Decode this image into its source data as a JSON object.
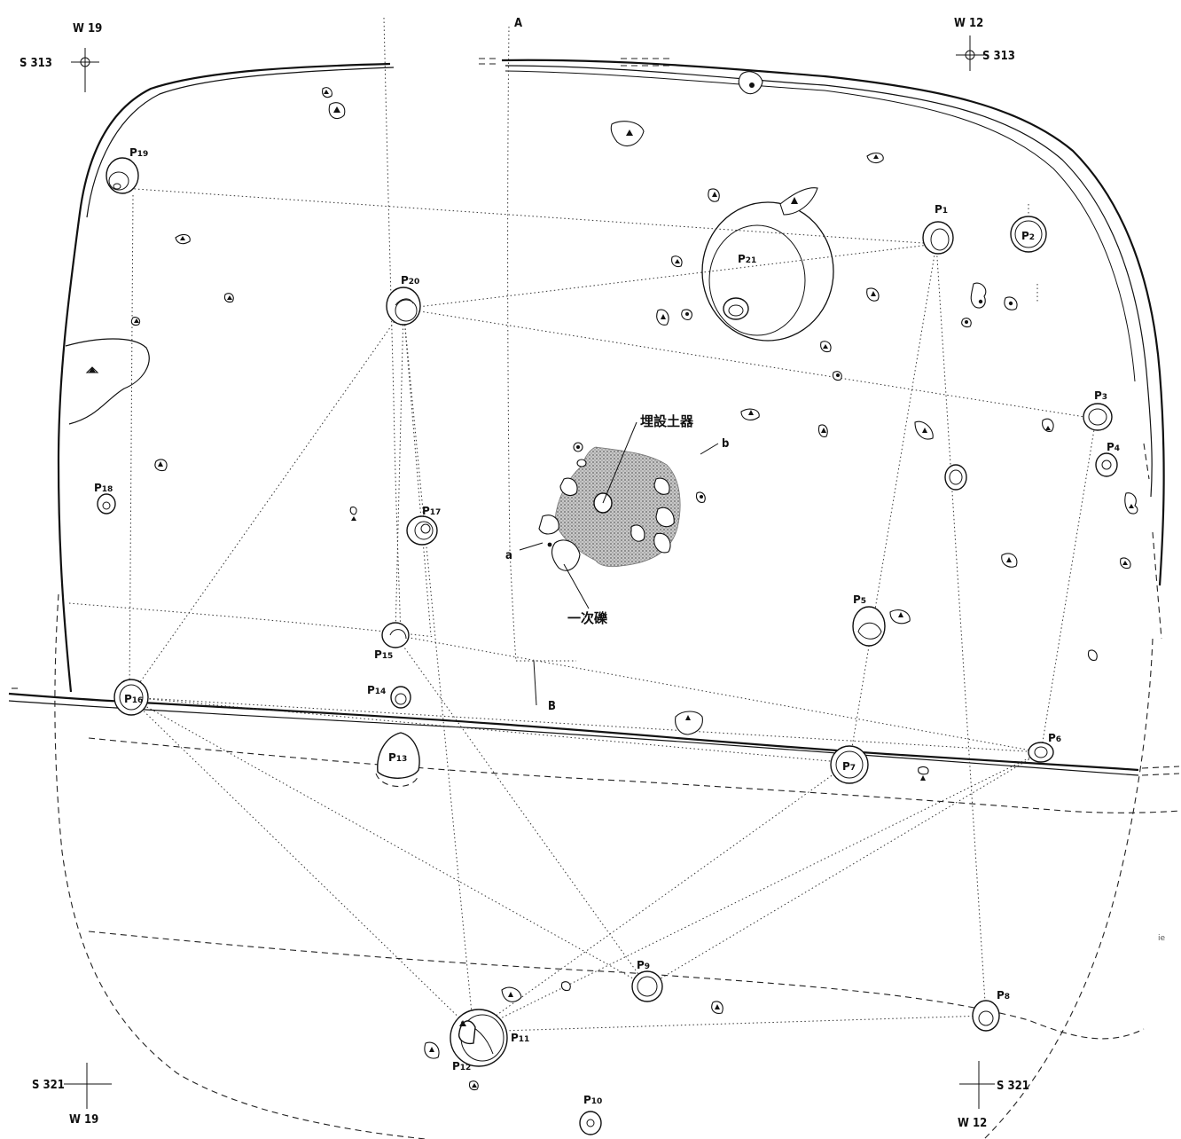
{
  "grid_markers": [
    {
      "id": "nw",
      "row": "S 313",
      "col": "W 19"
    },
    {
      "id": "ne",
      "row": "S 313",
      "col": "W 12"
    },
    {
      "id": "sw",
      "row": "S 321",
      "col": "W 19"
    },
    {
      "id": "se",
      "row": "S 321",
      "col": "W 12"
    }
  ],
  "section_labels": {
    "A": "A",
    "B": "B",
    "a": "a",
    "b": "b"
  },
  "annotations": {
    "buried_pottery": "埋設土器",
    "primary_stone": "一次礫"
  },
  "pits": [
    {
      "id": "P1",
      "main": "P",
      "sub": "1"
    },
    {
      "id": "P2",
      "main": "P",
      "sub": "2"
    },
    {
      "id": "P3",
      "main": "P",
      "sub": "3"
    },
    {
      "id": "P4",
      "main": "P",
      "sub": "4"
    },
    {
      "id": "P5",
      "main": "P",
      "sub": "5"
    },
    {
      "id": "P6",
      "main": "P",
      "sub": "6"
    },
    {
      "id": "P7",
      "main": "P",
      "sub": "7"
    },
    {
      "id": "P8",
      "main": "P",
      "sub": "8"
    },
    {
      "id": "P9",
      "main": "P",
      "sub": "9"
    },
    {
      "id": "P10",
      "main": "P",
      "sub": "10"
    },
    {
      "id": "P11",
      "main": "P",
      "sub": "11"
    },
    {
      "id": "P12",
      "main": "P",
      "sub": "12"
    },
    {
      "id": "P13",
      "main": "P",
      "sub": "13"
    },
    {
      "id": "P14",
      "main": "P",
      "sub": "14"
    },
    {
      "id": "P15",
      "main": "P",
      "sub": "15"
    },
    {
      "id": "P16",
      "main": "P",
      "sub": "16"
    },
    {
      "id": "P17",
      "main": "P",
      "sub": "17"
    },
    {
      "id": "P18",
      "main": "P",
      "sub": "18"
    },
    {
      "id": "P19",
      "main": "P",
      "sub": "19"
    },
    {
      "id": "P20",
      "main": "P",
      "sub": "20"
    },
    {
      "id": "P21",
      "main": "P",
      "sub": "21"
    }
  ],
  "stray_mark": "ie"
}
